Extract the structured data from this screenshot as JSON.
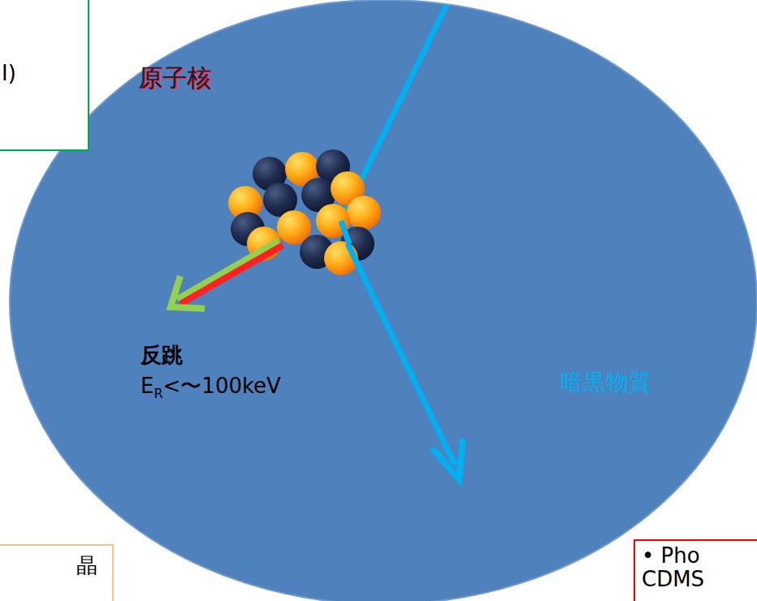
{
  "diagram": {
    "nodes": [
      {
        "text": [
          "I)"
        ]
      },
      {
        "text": [
          "晶"
        ]
      },
      {
        "text": [
          "• Pho",
          "CDMS"
        ]
      }
    ],
    "labels": [
      "原子核",
      "反跳",
      "E",
      "R",
      "<〜100keV",
      "暗黒物質"
    ]
  }
}
